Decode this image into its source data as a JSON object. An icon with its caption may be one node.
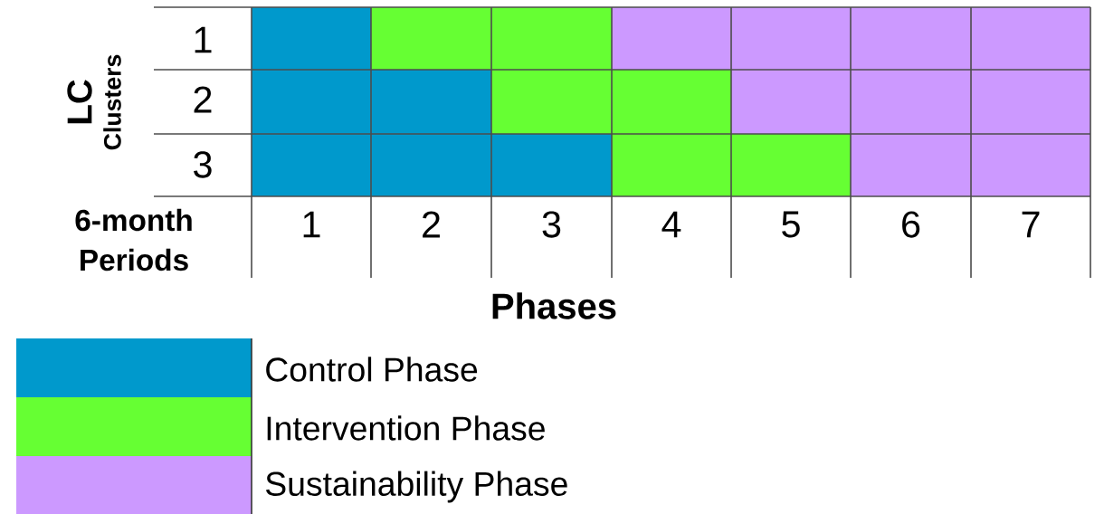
{
  "diagram": {
    "labels": [
      "LC",
      "Clusters",
      "1",
      "2",
      "3",
      "6-month Periods",
      "1",
      "2",
      "3",
      "4",
      "5",
      "6",
      "7",
      "Phases"
    ],
    "legend": [
      {
        "text": "Control Phase",
        "color": "#0099cc"
      },
      {
        "text": "Intervention Phase",
        "color": "#66ff33"
      },
      {
        "text": "Sustainability Phase",
        "color": "#cc99ff"
      }
    ]
  }
}
